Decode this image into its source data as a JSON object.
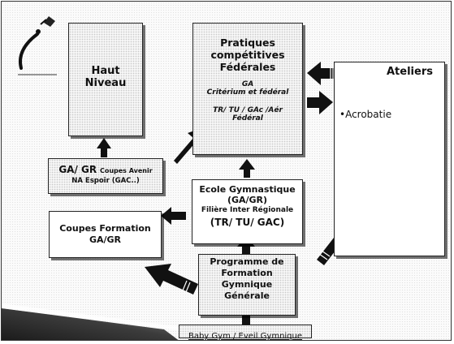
{
  "logo": {
    "icon": "gymnast-swoosh-logo"
  },
  "boxes": {
    "haut_niveau": {
      "title": "Haut Niveau"
    },
    "pratiques": {
      "title_l1": "Pratiques",
      "title_l2": "compétitives",
      "title_l3": "Fédérales",
      "ga": "GA",
      "criterium": "Critérium et fédéral",
      "tr_line": "TR/ TU / GAc /Aér",
      "federal": "Fédéral"
    },
    "ateliers": {
      "title": "Ateliers",
      "item": "•Acrobatie"
    },
    "ga_gr_coupes": {
      "l1_big": "GA/ GR",
      "l1_small": "Coupes Avenir",
      "l2": "NA Espoir (GAC..)"
    },
    "ecole": {
      "l1": "Ecole Gymnastique",
      "l2": "(GA/GR)",
      "l3": "Filière Inter Régionale",
      "l4": "(TR/ TU/ GAC)"
    },
    "coupes_formation": {
      "l1": "Coupes Formation",
      "l2": "GA/GR"
    },
    "programme": {
      "l1": "Programme de",
      "l2": "Formation",
      "l3": "Gymnique",
      "l4": "Générale"
    },
    "baby_gym": {
      "label": "Baby Gym / Eveil Gymnique"
    }
  }
}
